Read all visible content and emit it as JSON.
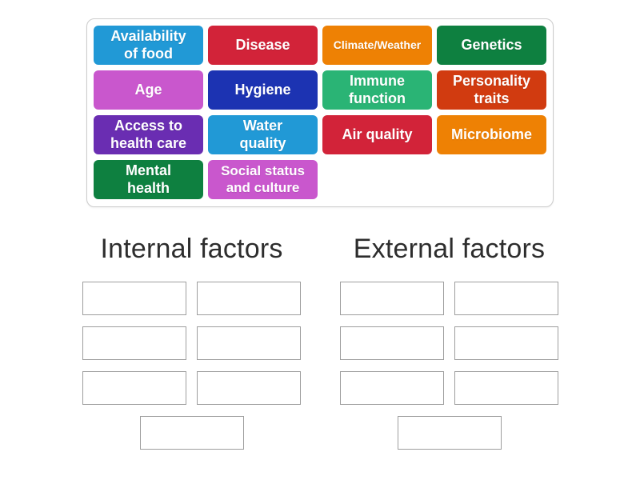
{
  "activity": {
    "type": "group-sort"
  },
  "tray": {
    "border_color": "#cccccc",
    "tiles": [
      {
        "label": "Availability of food",
        "lines": "Availability\nof food",
        "color": "#2199d6"
      },
      {
        "label": "Disease",
        "lines": "Disease",
        "color": "#d22339"
      },
      {
        "label": "Climate/Weather",
        "lines": "Climate/Weather",
        "color": "#ee8104"
      },
      {
        "label": "Genetics",
        "lines": "Genetics",
        "color": "#0e8040"
      },
      {
        "label": "Age",
        "lines": "Age",
        "color": "#c957cd"
      },
      {
        "label": "Hygiene",
        "lines": "Hygiene",
        "color": "#1c33b2"
      },
      {
        "label": "Immune function",
        "lines": "Immune\nfunction",
        "color": "#2ab475"
      },
      {
        "label": "Personality traits",
        "lines": "Personality\ntraits",
        "color": "#d13b10"
      },
      {
        "label": "Access to health care",
        "lines": "Access to\nhealth care",
        "color": "#6a2db2"
      },
      {
        "label": "Water quality",
        "lines": "Water\nquality",
        "color": "#2199d6"
      },
      {
        "label": "Air quality",
        "lines": "Air quality",
        "color": "#d22339"
      },
      {
        "label": "Microbiome",
        "lines": "Microbiome",
        "color": "#ee8104"
      },
      {
        "label": "Mental health",
        "lines": "Mental\nhealth",
        "color": "#0e8040"
      },
      {
        "label": "Social status and culture",
        "lines": "Social status\nand culture",
        "color": "#c957cd"
      }
    ]
  },
  "groups": [
    {
      "title": "Internal factors",
      "slot_count": 7
    },
    {
      "title": "External factors",
      "slot_count": 7
    }
  ],
  "slot_style": {
    "border_color": "#9e9e9e"
  }
}
